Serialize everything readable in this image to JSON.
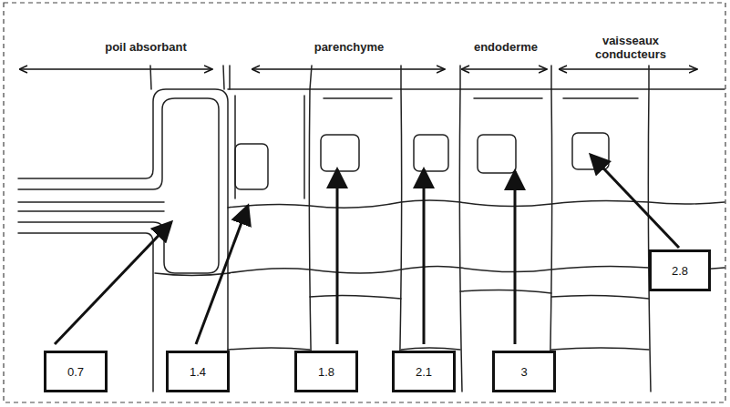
{
  "diagram": {
    "nodes": [
      {
        "text": [
          "0.7"
        ]
      },
      {
        "text": [
          "1.4"
        ]
      },
      {
        "text": [
          "1.8"
        ]
      },
      {
        "text": [
          "2.1"
        ]
      },
      {
        "text": [
          "3"
        ]
      },
      {
        "text": [
          "2.8"
        ]
      }
    ],
    "labels": [
      "poil absorbant",
      "parenchyme",
      "endoderme",
      "vaisseaux conducteurs"
    ]
  }
}
